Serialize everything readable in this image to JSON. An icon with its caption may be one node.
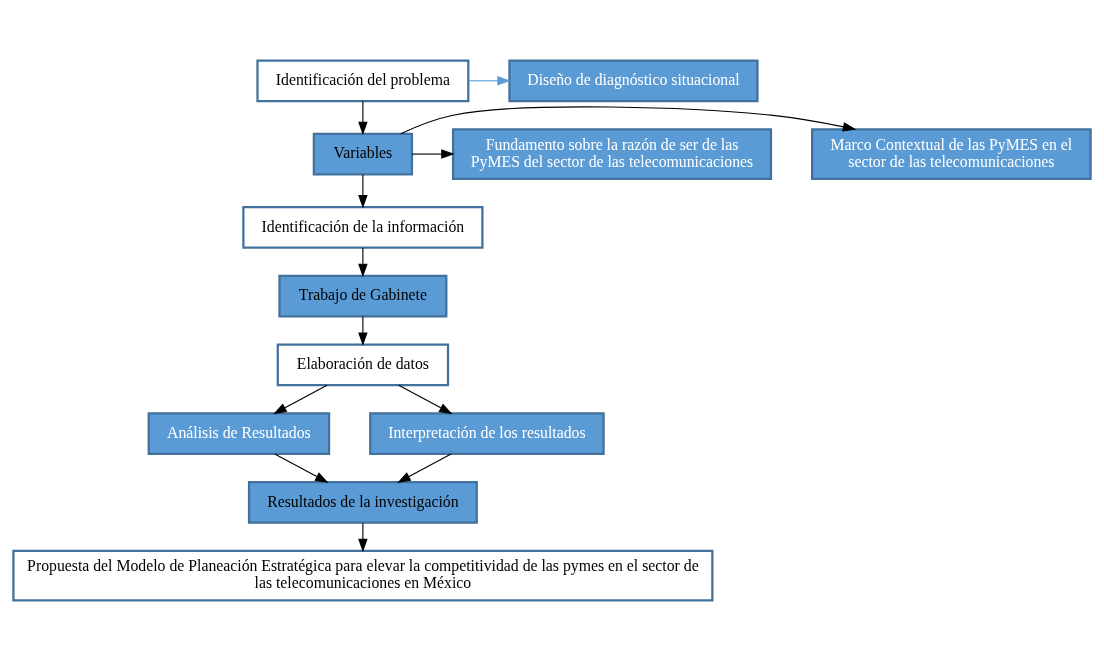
{
  "diagram": {
    "nodes": [
      {
        "text": [
          "Identificación del problema"
        ]
      },
      {
        "text": [
          "Diseño de diagnóstico situacional"
        ]
      },
      {
        "text": [
          "Marco Contextual de las PyMES en el sector de las telecomunicaciones"
        ]
      },
      {
        "text": [
          "Variables"
        ]
      },
      {
        "text": [
          "Fundamento sobre la razón de ser de las PyMES del sector de las telecomunicaciones"
        ]
      },
      {
        "text": [
          "Identificación de la información"
        ]
      },
      {
        "text": [
          "Trabajo de Gabinete"
        ]
      },
      {
        "text": [
          "Elaboración de datos"
        ]
      },
      {
        "text": [
          "Análisis de Resultados"
        ]
      },
      {
        "text": [
          "Interpretación de los resultados"
        ]
      },
      {
        "text": [
          "Resultados de la investigación"
        ]
      },
      {
        "text": [
          "Propuesta del Modelo de Planeación Estratégica para elevar la competitividad de las pymes en el sector de las telecomunicaciones en México"
        ]
      }
    ],
    "edges": [
      {
        "from": 0,
        "to": 1,
        "arrow": "to",
        "color": "#5b9bd5"
      },
      {
        "from": 0,
        "to": 3,
        "arrow": "to"
      },
      {
        "from": 3,
        "to": 2,
        "arrow": "to"
      },
      {
        "from": 3,
        "to": 4,
        "arrow": "to"
      },
      {
        "from": 3,
        "to": 5,
        "arrow": "to"
      },
      {
        "from": 5,
        "to": 6,
        "arrow": "to"
      },
      {
        "from": 6,
        "to": 7,
        "arrow": "to"
      },
      {
        "from": 7,
        "to": 8,
        "arrow": "to"
      },
      {
        "from": 7,
        "to": 9,
        "arrow": "to"
      },
      {
        "from": 8,
        "to": 10,
        "arrow": "to"
      },
      {
        "from": 9,
        "to": 10,
        "arrow": "to"
      },
      {
        "from": 10,
        "to": 11,
        "arrow": "to"
      }
    ]
  }
}
